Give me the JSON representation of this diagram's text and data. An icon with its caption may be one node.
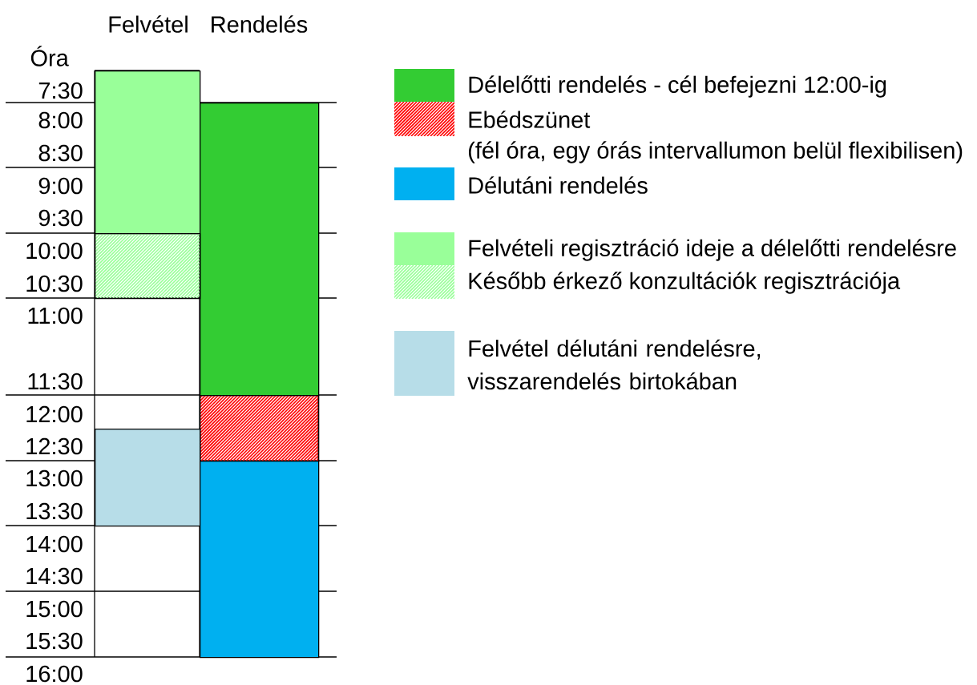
{
  "diagram": {
    "nodes": [
      {
        "text": [],
        "shape": "bar"
      },
      {
        "text": [],
        "shape": "bar"
      },
      {
        "text": [],
        "shape": "bar"
      },
      {
        "text": [],
        "shape": "bar"
      },
      {
        "text": [],
        "shape": "bar"
      },
      {
        "text": [],
        "shape": "bar"
      }
    ],
    "labels": [
      "Felvétel",
      "Rendelés",
      "Óra",
      "7:30",
      "8:00",
      "8:30",
      "9:00",
      "9:30",
      "10:00",
      "10:30",
      "11:00",
      "11:30",
      "12:00",
      "12:30",
      "13:00",
      "13:30",
      "14:00",
      "14:30",
      "15:00",
      "15:30",
      "16:00",
      "(fél óra, egy órás intervallumon belül flexibilisen)"
    ],
    "legend": [
      {
        "text": "Délelőtti rendelés - cél befejezni 12:00-ig",
        "color": "#33cc33"
      },
      {
        "text": "Ebédszünet",
        "color": "#ff0000"
      },
      {
        "text": "Délutáni rendelés",
        "color": "#00b0f0"
      },
      {
        "text": "Felvételi regisztráció ideje a délelőtti rendelésre",
        "color": "#99ff99"
      },
      {
        "text": "Később érkező konzultációk regisztrációja",
        "color": "#99ff99"
      },
      {
        "text": "Felvétel délutáni rendelésre, visszarendelés birtokában",
        "color": "#b7dde8"
      }
    ]
  }
}
